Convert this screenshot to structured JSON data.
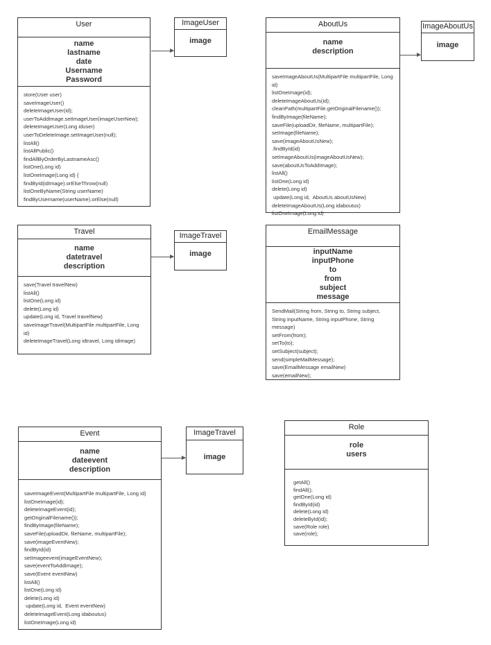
{
  "classes": [
    {
      "id": "user",
      "title": "User",
      "attributes": [
        "name",
        "lastname",
        "date",
        "Username",
        "Password"
      ],
      "methods": [
        "store(User user)",
        "saveImageUser()",
        "deleteImageUser(id);",
        "userToAddImage.setImageUser(imageUserNew);",
        "deleteImageUser(Long iduser)",
        "userToDeleteImage.setImageUser(null);",
        "listAll()",
        "listAllPublic()",
        "findAllByOrderByLastnameAsc()",
        "listOne(Long id)",
        "listOneImage(Long id) {",
        "findById(idImage).orElseThrow(null)",
        "listOneByName(String userName)",
        "findByUsername(userName).orElse(null)"
      ]
    },
    {
      "id": "imageuser",
      "title": "ImageUser",
      "attributes": [
        "image"
      ],
      "methods": []
    },
    {
      "id": "aboutus",
      "title": "AboutUs",
      "attributes": [
        "name",
        "description"
      ],
      "methods": [
        "saveImageAboutUs(MultipartFile multipartFile, Long id)",
        "listOneImage(id);",
        "deleteImageAboutUs(id);",
        "cleanPath(multipartFile.getOriginalFilename());",
        "findByImage(fileName);",
        "saveFile(uploadDir, fileName, multipartFile);",
        "setImage(fileName);",
        "save(imageAboutUsNew);",
        ".findById(id)",
        "setImageAboutUs(imageAboutUsNew);",
        "save(aboutUsToAddImage);",
        "listAll()",
        "listOne(Long id)",
        "delete(Long id)",
        " update(Long id,  AboutUs aboutUsNew)",
        "deleteImageAboutUs(Long idaboutus)",
        "listOneImage(Long id)"
      ]
    },
    {
      "id": "imageaboutus",
      "title": "ImageAboutUs",
      "attributes": [
        "image"
      ],
      "methods": []
    },
    {
      "id": "travel",
      "title": "Travel",
      "attributes": [
        "name",
        "datetravel",
        "description"
      ],
      "methods": [
        "save(Travel travelNew)",
        "listAll()",
        "listOne(Long id)",
        "delete(Long id)",
        "update(Long id, Travel travelNew)",
        "saveImageTravel(MultipartFile multipartFile, Long id)",
        "deleteImageTravel(Long idtravel, Long idimage)"
      ]
    },
    {
      "id": "imagetravel",
      "title": "ImageTravel",
      "attributes": [
        "image"
      ],
      "methods": []
    },
    {
      "id": "email",
      "title": "EmailMessage",
      "attributes": [
        "inputName",
        "inputPhone",
        "to",
        "from",
        "subject",
        "message"
      ],
      "methods": [
        "SendMail(String from, String to, String subject, String inputName, String inputPhone, String message)",
        "setFrom(from);",
        "setTo(to);",
        "setSubject(subject);",
        "send(simpleMailMessage);",
        "save(EmailMessage emailNew)",
        "save(emailNew);"
      ]
    },
    {
      "id": "event",
      "title": "Event",
      "attributes": [
        "name",
        "dateevent",
        "description"
      ],
      "methods": [
        "saveImageEvent(MultipartFile multipartFile, Long id)",
        "listOneImage(id);",
        "deleteImageEvent(id);",
        "getOriginalFilename());",
        "findByImage(fileName);",
        "saveFile(uploadDir, fileName, multipartFile);",
        "save(imageEventNew);",
        "findById(id)",
        "setImageevent(imageEventNew);",
        "save(eventToAddImage);",
        "save(Event eventNew)",
        "listAll()",
        "listOne(Long id)",
        "delete(Long id)",
        " update(Long id,  Event eventNew)",
        "deleteImageEvent(Long idaboutus)",
        "listOneImage(Long id)"
      ]
    },
    {
      "id": "imageevent",
      "title": "ImageTravel",
      "attributes": [
        "image"
      ],
      "methods": []
    },
    {
      "id": "role",
      "title": "Role",
      "attributes": [
        "role",
        "users"
      ],
      "methods": [
        "getAll()",
        "findAll();",
        "getOne(Long id)",
        "findById(id)",
        "delete(Long id)",
        "deleteById(id);",
        "save(Role role)",
        "save(role);"
      ]
    }
  ],
  "associations": [
    {
      "from": "User",
      "to": "ImageUser"
    },
    {
      "from": "AboutUs",
      "to": "ImageAboutUs"
    },
    {
      "from": "Travel",
      "to": "ImageTravel"
    },
    {
      "from": "Event",
      "to": "ImageTravel"
    }
  ]
}
